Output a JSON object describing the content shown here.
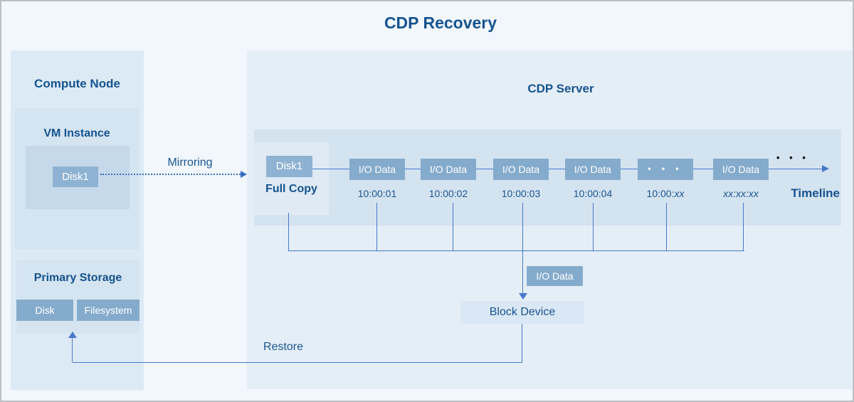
{
  "title": "CDP Recovery",
  "colors": {
    "node_box_blue": "#85abcc",
    "text_blue": "#15538f",
    "line_blue": "#4a77cd"
  },
  "compute_node": {
    "title": "Compute Node",
    "vm_instance": {
      "title": "VM Instance",
      "disk_label": "Disk1"
    },
    "primary_storage": {
      "title": "Primary Storage",
      "disk_label": "Disk",
      "filesystem_label": "Filesystem"
    }
  },
  "mirroring_label": "Mirroring",
  "cdp_server": {
    "title": "CDP Server",
    "full_copy": {
      "disk_label": "Disk1",
      "caption": "Full Copy"
    },
    "timeline_nodes": [
      {
        "box": "I/O Data",
        "time": "10:00:01",
        "time_italic": ""
      },
      {
        "box": "I/O Data",
        "time": "10:00:02",
        "time_italic": ""
      },
      {
        "box": "I/O Data",
        "time": "10:00:03",
        "time_italic": ""
      },
      {
        "box": "I/O Data",
        "time": "10:00:04",
        "time_italic": ""
      },
      {
        "box": "• • •",
        "time": "10:00:",
        "time_italic": "xx"
      },
      {
        "box": "I/O Data",
        "time": "",
        "time_italic": "xx:xx:xx"
      }
    ],
    "overflow_dots": "• • •",
    "timeline_label": "Timeline",
    "io_tap_label": "I/O Data",
    "block_device_label": "Block Device"
  },
  "restore_label": "Restore"
}
